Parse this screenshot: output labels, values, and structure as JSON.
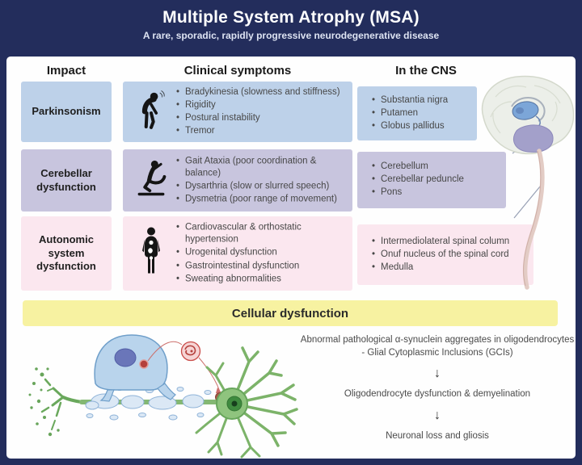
{
  "header": {
    "title": "Multiple System Atrophy (MSA)",
    "subtitle": "A rare, sporadic, rapidly progressive neurodegenerative disease"
  },
  "columns": {
    "impact": "Impact",
    "symptoms": "Clinical symptoms",
    "cns": "In the CNS"
  },
  "rows": [
    {
      "impact": "Parkinsonism",
      "icon": "stooped-person-icon",
      "symptoms": [
        "Bradykinesia (slowness and stiffness)",
        "Rigidity",
        "Postural instability",
        "Tremor"
      ],
      "cns": [
        "Substantia nigra",
        "Putamen",
        "Globus pallidus"
      ]
    },
    {
      "impact": "Cerebellar dysfunction",
      "icon": "falling-person-icon",
      "symptoms": [
        "Gait Ataxia (poor coordination & balance)",
        "Dysarthria (slow or slurred speech)",
        "Dysmetria (poor range of movement)"
      ],
      "cns": [
        "Cerebellum",
        "Cerebellar peduncle",
        "Pons"
      ]
    },
    {
      "impact": "Autonomic system dysfunction",
      "icon": "human-body-icon",
      "symptoms": [
        "Cardiovascular & orthostatic hypertension",
        "Urogenital dysfunction",
        "Gastrointestinal dysfunction",
        "Sweating abnormalities"
      ],
      "cns": [
        "Intermediolateral spinal column",
        "Onuf nucleus of the spinal cord",
        "Medulla"
      ]
    }
  ],
  "banner": {
    "label": "Cellular dysfunction"
  },
  "cascade": {
    "arrow": "↓",
    "steps": [
      "Abnormal pathological α-synuclein aggregates in oligodendrocytes - Glial Cytoplasmic Inclusions (GCIs)",
      "Oligodendrocyte dysfunction & demyelination",
      "Neuronal loss and gliosis"
    ]
  },
  "colors": {
    "navy": "#232d5c",
    "row_blue": "#bdd1e9",
    "row_lavender": "#c8c5de",
    "row_pink": "#fbe7ef",
    "banner_yellow": "#f7f2a1"
  }
}
